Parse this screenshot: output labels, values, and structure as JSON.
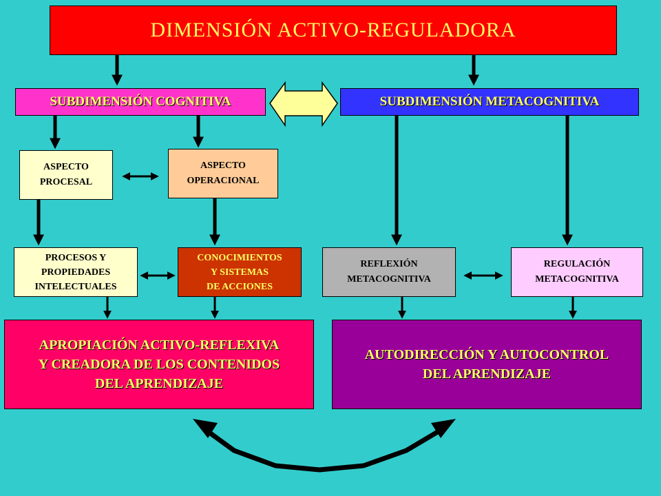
{
  "title": "DIMENSIÓN ACTIVO-REGULADORA",
  "subdimensions": {
    "cognitiva": "SUBDIMENSIÓN COGNITIVA",
    "metacognitiva": "SUBDIMENSIÓN  METACOGNITIVA"
  },
  "aspects": {
    "procesal": "ASPECTO\nPROCESAL",
    "operacional": "ASPECTO\nOPERACIONAL"
  },
  "level3": {
    "procesos": "PROCESOS Y\nPROPIEDADES\nINTELECTUALES",
    "conocimientos": "CONOCIMIENTOS\nY SISTEMAS\nDE ACCIONES",
    "reflexion": "REFLEXIÓN\nMETACOGNITIVA",
    "regulacion": "REGULACIÓN\nMETACOGNITIVA"
  },
  "outcomes": {
    "apropiacion": "APROPIACIÓN ACTIVO-REFLEXIVA\nY  CREADORA DE LOS CONTENIDOS\nDEL APRENDIZAJE",
    "autodireccion": "AUTODIRECCIÓN Y AUTOCONTROL\nDEL APRENDIZAJE"
  },
  "colors": {
    "background": "#33cccc",
    "title_box": "#ff0000",
    "title_text": "#ffff66",
    "sub_cognitiva": "#ff33cc",
    "sub_metacognitiva": "#3333ff",
    "pale_yellow": "#ffffcc",
    "peach": "#ffcc99",
    "rust": "#cc3300",
    "gray": "#b2b2b2",
    "pink": "#ffccff",
    "crimson": "#ff0066",
    "purple": "#990099",
    "double_arrow": "#ffff99"
  }
}
